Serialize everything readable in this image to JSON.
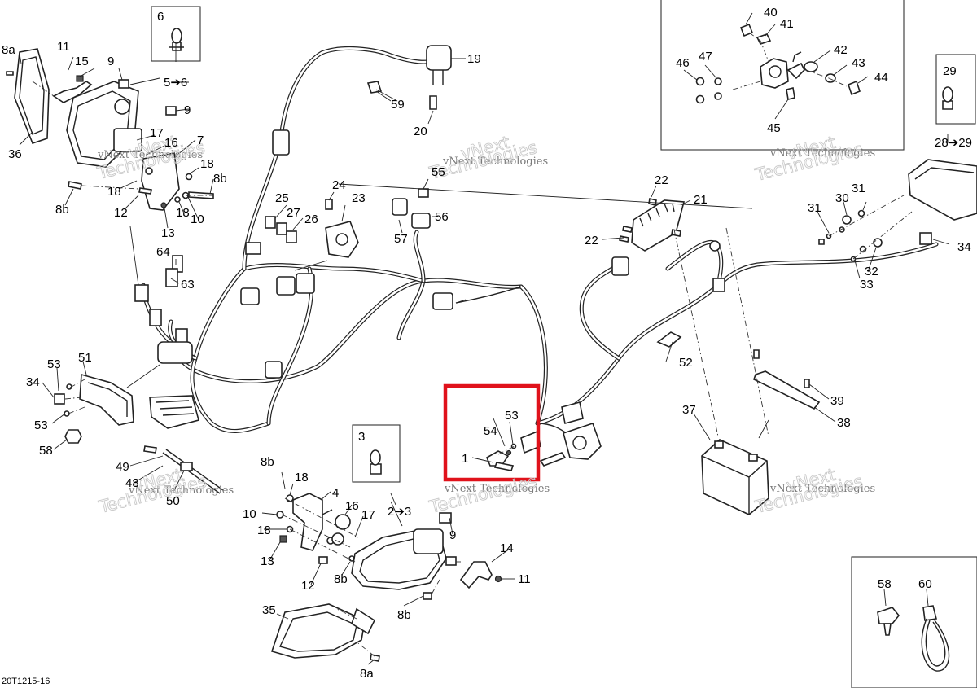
{
  "diagram_ref": "20T1215-16",
  "watermark": {
    "line1": "vNext Technologies",
    "line2": "vNext",
    "line3": "Technologies"
  },
  "callouts": {
    "c1": "1",
    "c2_3": "2➔3",
    "c3": "3",
    "c4": "4",
    "c5_6": "5➔6",
    "c6": "6",
    "c7": "7",
    "c8a_top": "8a",
    "c8a_bottom": "8a",
    "c8b_left": "8b",
    "c8b_right": "8b",
    "c8b_mid": "8b",
    "c8b_lower": "8b",
    "c9_a": "9",
    "c9_b": "9",
    "c9_c": "9",
    "c10_a": "10",
    "c10_b": "10",
    "c11_a": "11",
    "c11_b": "11",
    "c12_a": "12",
    "c12_b": "12",
    "c13_a": "13",
    "c13_b": "13",
    "c14": "14",
    "c15": "15",
    "c16_a": "16",
    "c16_b": "16",
    "c17_a": "17",
    "c17_b": "17",
    "c18_a": "18",
    "c18_b": "18",
    "c18_c": "18",
    "c18_d": "18",
    "c18_e": "18",
    "c19": "19",
    "c20": "20",
    "c21": "21",
    "c22_a": "22",
    "c22_b": "22",
    "c23": "23",
    "c24": "24",
    "c25": "25",
    "c26": "26",
    "c27": "27",
    "c28_29": "28➔29",
    "c29": "29",
    "c30": "30",
    "c31_a": "31",
    "c31_b": "31",
    "c32": "32",
    "c33": "33",
    "c34_a": "34",
    "c34_b": "34",
    "c35": "35",
    "c36": "36",
    "c37": "37",
    "c38": "38",
    "c39": "39",
    "c40": "40",
    "c41": "41",
    "c42": "42",
    "c43": "43",
    "c44": "44",
    "c45": "45",
    "c46": "46",
    "c47": "47",
    "c48": "48",
    "c49": "49",
    "c50": "50",
    "c51": "51",
    "c52": "52",
    "c53_a": "53",
    "c53_b": "53",
    "c53_c": "53",
    "c54": "54",
    "c55": "55",
    "c56": "56",
    "c57": "57",
    "c58_a": "58",
    "c58_b": "58",
    "c59": "59",
    "c60": "60",
    "c63": "63",
    "c64": "64"
  },
  "colors": {
    "line": "#222222",
    "highlight": "#e0121b",
    "watermark": "#7a7a7a",
    "background": "#ffffff"
  }
}
